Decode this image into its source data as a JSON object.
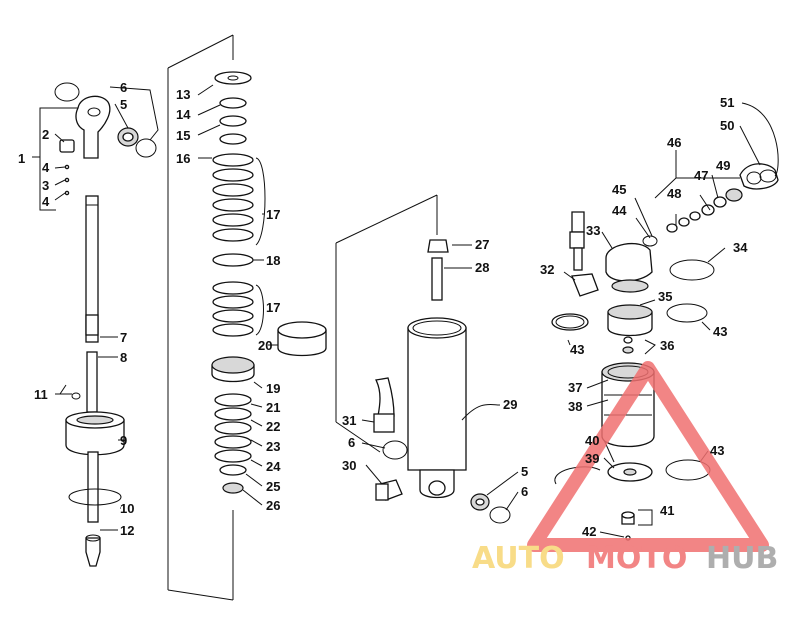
{
  "callouts": [
    {
      "id": "c1",
      "text": "1"
    },
    {
      "id": "c2",
      "text": "2"
    },
    {
      "id": "c3",
      "text": "3"
    },
    {
      "id": "c4a",
      "text": "4"
    },
    {
      "id": "c4b",
      "text": "4"
    },
    {
      "id": "c5a",
      "text": "5"
    },
    {
      "id": "c6a",
      "text": "6"
    },
    {
      "id": "c7",
      "text": "7"
    },
    {
      "id": "c8",
      "text": "8"
    },
    {
      "id": "c9",
      "text": "9"
    },
    {
      "id": "c10",
      "text": "10"
    },
    {
      "id": "c11",
      "text": "11"
    },
    {
      "id": "c12",
      "text": "12"
    },
    {
      "id": "c13",
      "text": "13"
    },
    {
      "id": "c14",
      "text": "14"
    },
    {
      "id": "c15",
      "text": "15"
    },
    {
      "id": "c16",
      "text": "16"
    },
    {
      "id": "c17a",
      "text": "17"
    },
    {
      "id": "c18",
      "text": "18"
    },
    {
      "id": "c17b",
      "text": "17"
    },
    {
      "id": "c20",
      "text": "20"
    },
    {
      "id": "c19",
      "text": "19"
    },
    {
      "id": "c21",
      "text": "21"
    },
    {
      "id": "c22",
      "text": "22"
    },
    {
      "id": "c23",
      "text": "23"
    },
    {
      "id": "c24",
      "text": "24"
    },
    {
      "id": "c25",
      "text": "25"
    },
    {
      "id": "c26",
      "text": "26"
    },
    {
      "id": "c27",
      "text": "27"
    },
    {
      "id": "c28",
      "text": "28"
    },
    {
      "id": "c29",
      "text": "29"
    },
    {
      "id": "c31",
      "text": "31"
    },
    {
      "id": "c6b",
      "text": "6"
    },
    {
      "id": "c30",
      "text": "30"
    },
    {
      "id": "c5b",
      "text": "5"
    },
    {
      "id": "c6c",
      "text": "6"
    },
    {
      "id": "c51",
      "text": "51"
    },
    {
      "id": "c50",
      "text": "50"
    },
    {
      "id": "c46",
      "text": "46"
    },
    {
      "id": "c49",
      "text": "49"
    },
    {
      "id": "c47",
      "text": "47"
    },
    {
      "id": "c45",
      "text": "45"
    },
    {
      "id": "c48",
      "text": "48"
    },
    {
      "id": "c44",
      "text": "44"
    },
    {
      "id": "c33",
      "text": "33"
    },
    {
      "id": "c34",
      "text": "34"
    },
    {
      "id": "c32",
      "text": "32"
    },
    {
      "id": "c35",
      "text": "35"
    },
    {
      "id": "c43a",
      "text": "43"
    },
    {
      "id": "c43b",
      "text": "43"
    },
    {
      "id": "c36",
      "text": "36"
    },
    {
      "id": "c37",
      "text": "37"
    },
    {
      "id": "c38",
      "text": "38"
    },
    {
      "id": "c40",
      "text": "40"
    },
    {
      "id": "c43c",
      "text": "43"
    },
    {
      "id": "c39",
      "text": "39"
    },
    {
      "id": "c41",
      "text": "41"
    },
    {
      "id": "c42",
      "text": "42"
    }
  ],
  "watermark": {
    "part1": "AUTO",
    "part2": "MOTO",
    "part3": "HUB",
    "color_yellow": "#f7d774",
    "color_red": "#f07070",
    "color_grey": "#a0a0a0"
  }
}
